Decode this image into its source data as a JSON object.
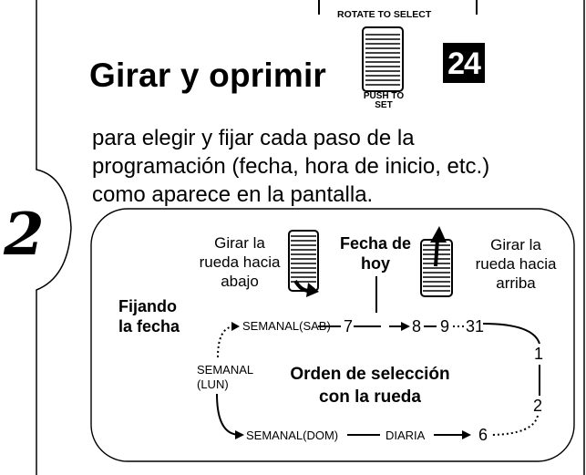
{
  "header": {
    "heading": "Girar y oprimir",
    "rotate_label": "ROTATE TO SELECT",
    "push_line1": "PUSH TO",
    "push_line2": "SET",
    "badge": "24"
  },
  "instruction": {
    "line1": "para elegir y fijar cada paso de la",
    "line2": "programación (fecha, hora de inicio, etc.)",
    "line3": "como aparece en la pantalla."
  },
  "step_number": "2",
  "diagram": {
    "left_caption": [
      "Girar la",
      "rueda hacia",
      "abajo"
    ],
    "center_caption": [
      "Fecha de",
      "hoy"
    ],
    "right_caption": [
      "Girar la",
      "rueda hacia",
      "arriba"
    ],
    "section_title": [
      "Fijando",
      "la fecha"
    ],
    "sequence": {
      "semanal_sab": "SEMANAL(SAB)",
      "n7": "7",
      "n8": "8",
      "n9": "9",
      "n31": "31",
      "n1": "1",
      "n2": "2",
      "n6": "6",
      "diaria": "DIARIA",
      "semanal_dom": "SEMANAL(DOM)",
      "semanal_lun": [
        "SEMANAL",
        "(LUN)"
      ]
    },
    "order_caption": [
      "Orden de selección",
      "con la rueda"
    ]
  }
}
